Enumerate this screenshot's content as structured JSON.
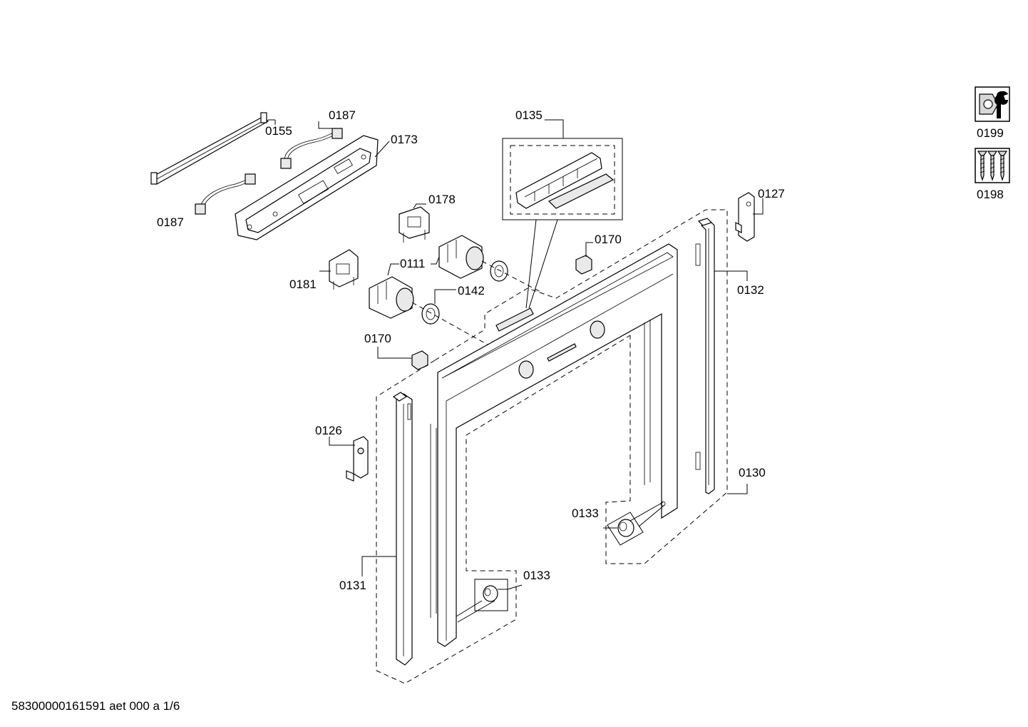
{
  "labels": {
    "l0155": "0155",
    "l0187a": "0187",
    "l0187b": "0187",
    "l0173": "0173",
    "l0135": "0135",
    "l0178": "0178",
    "l0170a": "0170",
    "l0170b": "0170",
    "l0111": "0111",
    "l0181": "0181",
    "l0142": "0142",
    "l0127": "0127",
    "l0132": "0132",
    "l0126": "0126",
    "l0130": "0130",
    "l0133a": "0133",
    "l0133b": "0133",
    "l0131": "0131",
    "l0199": "0199",
    "l0198": "0198"
  },
  "footer": {
    "code": "58300000161591 aet 000 a 1/6"
  },
  "icons": {
    "tool_icon": "wrench-nut-icon",
    "screws_icon": "screws-icon"
  }
}
